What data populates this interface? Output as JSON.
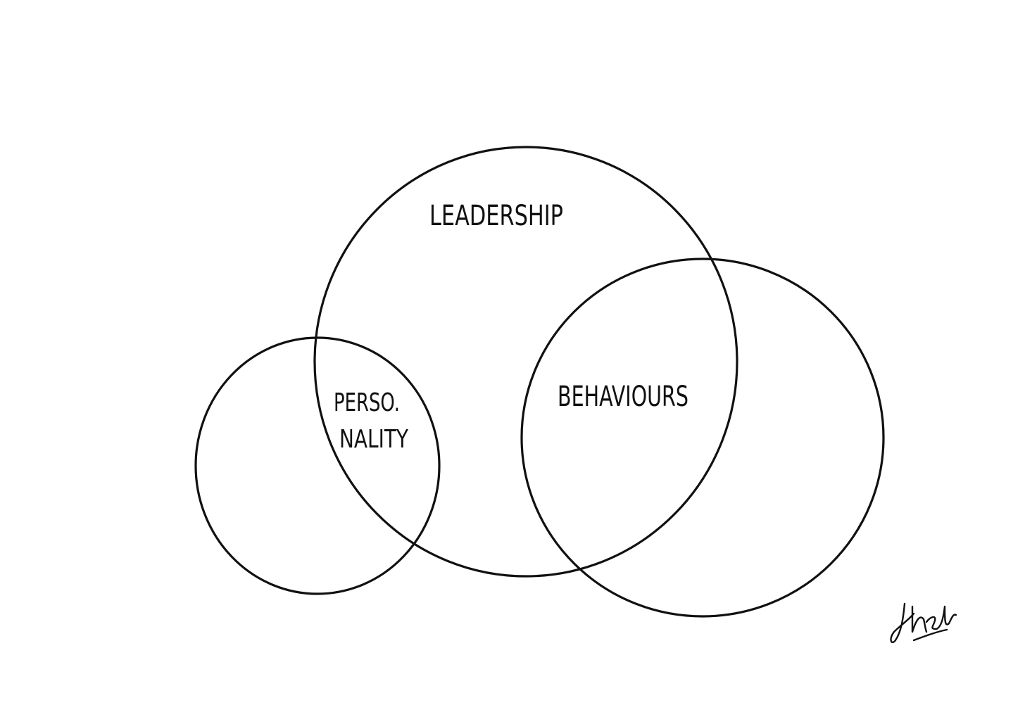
{
  "diagram": {
    "labels": {
      "leadership": "LEADERSHIP",
      "behaviours": "BEHAVIOURS",
      "personality_line1": "PERSO.",
      "personality_line2": "NALITY"
    },
    "signature": "JMelo",
    "stroke_color": "#111111",
    "background_color": "#ffffff"
  }
}
